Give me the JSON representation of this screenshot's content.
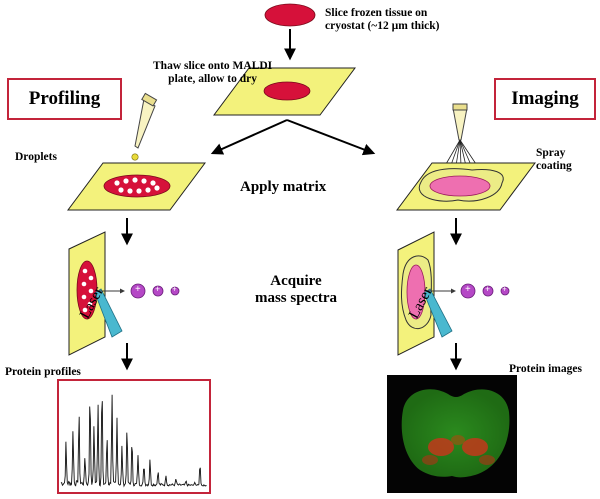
{
  "steps": {
    "slice": [
      "Slice frozen tissue on",
      "cryostat (~12 µm thick)"
    ],
    "thaw": [
      "Thaw slice onto MALDI",
      "plate, allow to dry"
    ],
    "apply_matrix": "Apply matrix",
    "acquire": [
      "Acquire",
      "mass spectra"
    ]
  },
  "profiling": {
    "title": "Profiling",
    "droplets": "Droplets",
    "laser": "Laser",
    "result": "Protein profiles"
  },
  "imaging": {
    "title": "Imaging",
    "spray": [
      "Spray",
      "coating"
    ],
    "laser": "Laser",
    "result": "Protein images"
  },
  "ion_symbol": "+",
  "colors": {
    "tissue": "#d6113a",
    "plate": "#f3f27c",
    "frame": "#c3243a",
    "ion": "#b548c6",
    "laser": "#49b8cf",
    "matrix": "#ee6fb0"
  }
}
